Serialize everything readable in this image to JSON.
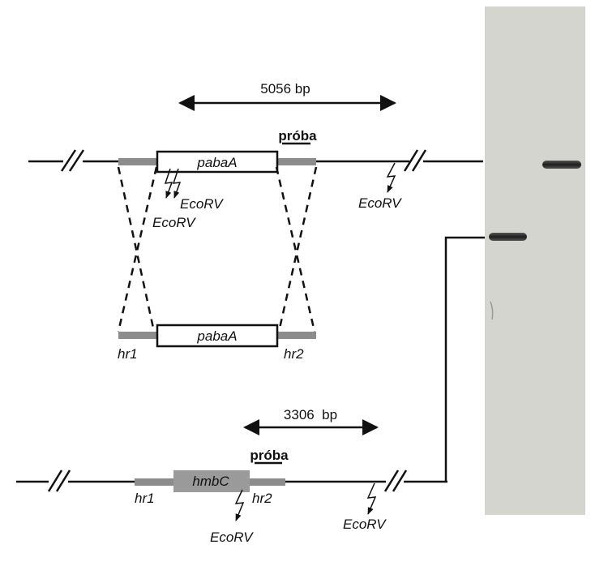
{
  "top_locus": {
    "distance": "5056 bp",
    "probe_label": "próba",
    "gene": "pabaA",
    "site_label_1": "EcoRV",
    "site_label_2": "EcoRV",
    "site_label_3": "EcoRV"
  },
  "cassette": {
    "gene": "pabaA",
    "left_arm": "hr1",
    "right_arm": "hr2"
  },
  "bottom_locus": {
    "distance": "3306  bp",
    "probe_label": "próba",
    "gene": "hmbC",
    "left_arm": "hr1",
    "right_arm": "hr2",
    "site_label_1": "EcoRV",
    "site_label_2": "EcoRV"
  },
  "colors": {
    "line": "#111111",
    "homology_arm": "#8c8c8c",
    "gene_box_fill": "#ffffff",
    "hmbC_box_fill": "#9a9a9a",
    "blot_background": "#dcdcd6",
    "blot_band": "#2a2a2a"
  }
}
